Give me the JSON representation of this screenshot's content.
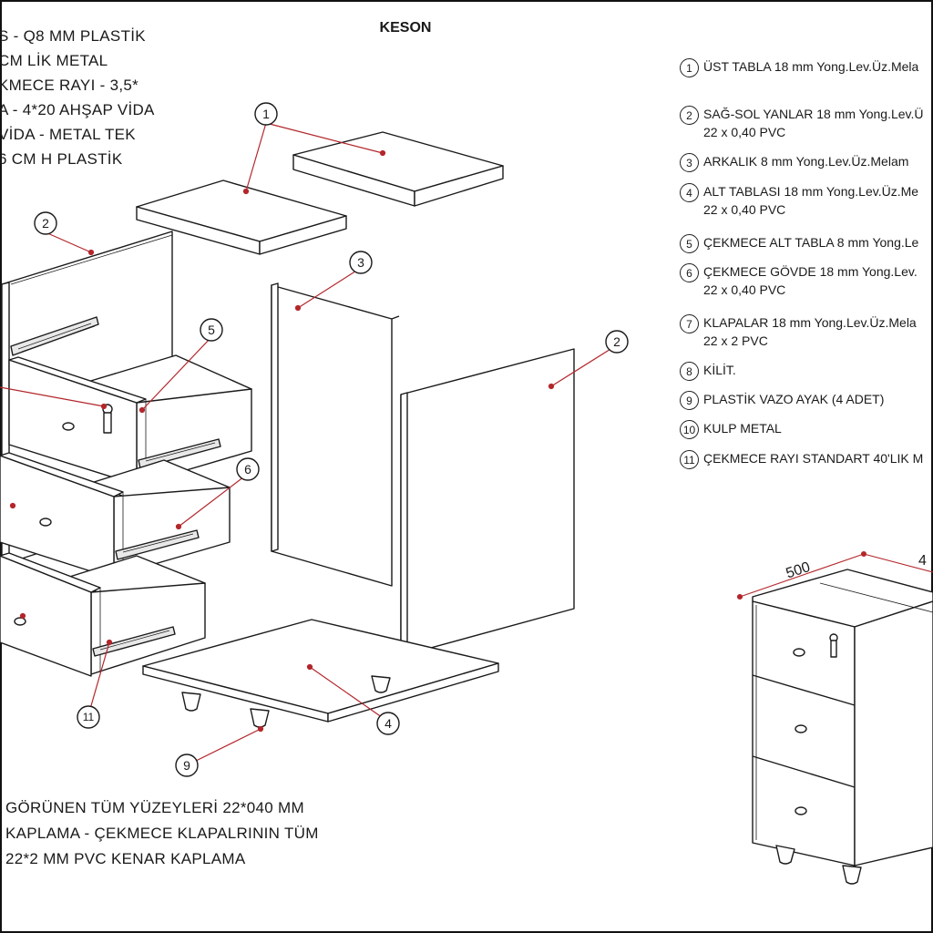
{
  "title": "KESON",
  "notes_top": [
    "S - Q8 MM PLASTİK",
    "CM LİK METAL",
    "KMECE RAYI - 3,5*",
    "A - 4*20 AHŞAP VİDA",
    "VİDA - METAL TEK",
    "6 CM H PLASTİK"
  ],
  "notes_bottom": [
    "GÖRÜNEN TÜM YÜZEYLERİ 22*040 MM",
    "KAPLAMA - ÇEKMECE KLAPALRININ TÜM",
    "22*2 MM PVC KENAR KAPLAMA"
  ],
  "legend": [
    {
      "num": "1",
      "text": "ÜST TABLA 18 mm Yong.Lev.Üz.Mela",
      "sub": ""
    },
    {
      "num": "2",
      "text": "SAĞ-SOL YANLAR 18 mm Yong.Lev.Ü",
      "sub": "22 x 0,40 PVC"
    },
    {
      "num": "3",
      "text": "ARKALIK  8 mm  Yong.Lev.Üz.Melam",
      "sub": ""
    },
    {
      "num": "4",
      "text": "ALT TABLASI 18 mm Yong.Lev.Üz.Me",
      "sub": "22 x 0,40 PVC"
    },
    {
      "num": "5",
      "text": "ÇEKMECE ALT TABLA 8 mm Yong.Le",
      "sub": ""
    },
    {
      "num": "6",
      "text": "ÇEKMECE GÖVDE 18 mm Yong.Lev.",
      "sub": "22 x 0,40 PVC"
    },
    {
      "num": "7",
      "text": "KLAPALAR 18 mm Yong.Lev.Üz.Mela",
      "sub": "22 x 2 PVC"
    },
    {
      "num": "8",
      "text": "KİLİT.",
      "sub": ""
    },
    {
      "num": "9",
      "text": "PLASTİK VAZO AYAK (4 ADET)",
      "sub": ""
    },
    {
      "num": "10",
      "text": "KULP METAL",
      "sub": ""
    },
    {
      "num": "11",
      "text": "ÇEKMECE RAYI STANDART 40'LIK M",
      "sub": ""
    }
  ],
  "callouts": [
    "1",
    "2",
    "3",
    "2",
    "5",
    "6",
    "4",
    "9",
    "11"
  ],
  "dimensions": {
    "width": "500",
    "depth": "4"
  },
  "colors": {
    "leader": "#b3262b",
    "line": "#1a1a1a",
    "background": "#ffffff"
  }
}
